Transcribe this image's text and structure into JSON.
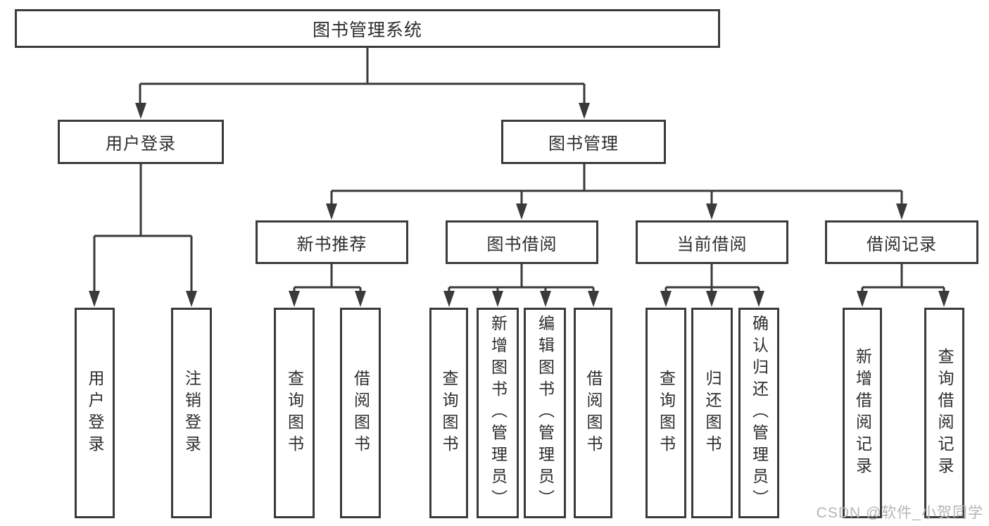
{
  "tree": {
    "root": {
      "label": "图书管理系统"
    },
    "branches": [
      {
        "label": "用户登录",
        "children": [
          {
            "label": "用户登录"
          },
          {
            "label": "注销登录"
          }
        ]
      },
      {
        "label": "图书管理",
        "groups": [
          {
            "label": "新书推荐",
            "children": [
              {
                "label": "查询图书"
              },
              {
                "label": "借阅图书"
              }
            ]
          },
          {
            "label": "图书借阅",
            "children": [
              {
                "label": "查询图书"
              },
              {
                "label": "新增图书（管理员）"
              },
              {
                "label": "编辑图书（管理员）"
              },
              {
                "label": "借阅图书"
              }
            ]
          },
          {
            "label": "当前借阅",
            "children": [
              {
                "label": "查询图书"
              },
              {
                "label": "归还图书"
              },
              {
                "label": "确认归还（管理员）"
              }
            ]
          },
          {
            "label": "借阅记录",
            "children": [
              {
                "label": "新增借阅记录"
              },
              {
                "label": "查询借阅记录"
              }
            ]
          }
        ]
      }
    ]
  },
  "watermark": {
    "text": "CSDN @软件_小贺同学"
  },
  "colors": {
    "line": "#3a3a3a",
    "text": "#2d2d2d",
    "watermark": "#b5b5b5",
    "background": "#ffffff"
  }
}
